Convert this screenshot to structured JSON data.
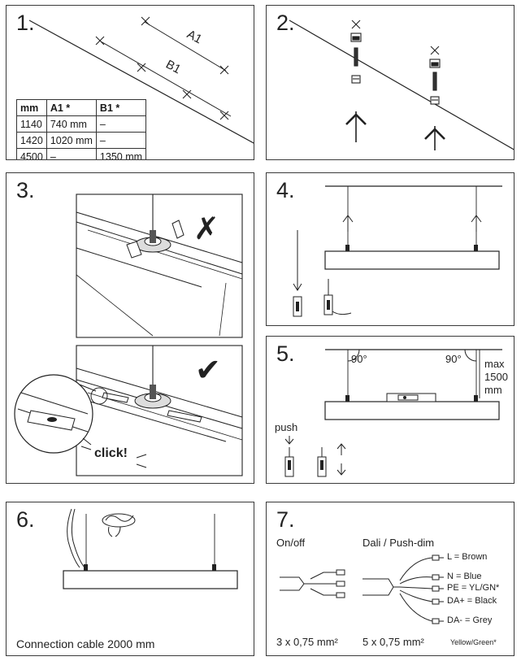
{
  "panels": {
    "p1": {
      "number": "1.",
      "label_a": "A1",
      "label_b": "B1",
      "table": {
        "headers": [
          "mm",
          "A1 *",
          "B1 *"
        ],
        "rows": [
          [
            "1140",
            "740 mm",
            "–"
          ],
          [
            "1420",
            "1020 mm",
            "–"
          ],
          [
            "4500",
            "–",
            "1350 mm"
          ]
        ]
      }
    },
    "p2": {
      "number": "2."
    },
    "p3": {
      "number": "3.",
      "click_text": "click!"
    },
    "p4": {
      "number": "4."
    },
    "p5": {
      "number": "5.",
      "angle_left": "90°",
      "angle_right": "90°",
      "max_line1": "max",
      "max_line2": "1500",
      "max_line3": "mm",
      "push_label": "push"
    },
    "p6": {
      "number": "6.",
      "caption": "Connection cable 2000 mm"
    },
    "p7": {
      "number": "7.",
      "onoff_label": "On/off",
      "dali_label": "Dali / Push-dim",
      "wires": [
        "L = Brown",
        "N = Blue",
        "PE = YL/GN*",
        "DA+ = Black",
        "DA- = Grey"
      ],
      "onoff_size": "3 x 0,75 mm²",
      "dali_size": "5 x 0,75 mm²",
      "footnote": "Yellow/Green*"
    }
  },
  "colors": {
    "stroke": "#222222",
    "panel_border": "#3a3a3a",
    "ok": "#111111",
    "wrong": "#111111"
  }
}
